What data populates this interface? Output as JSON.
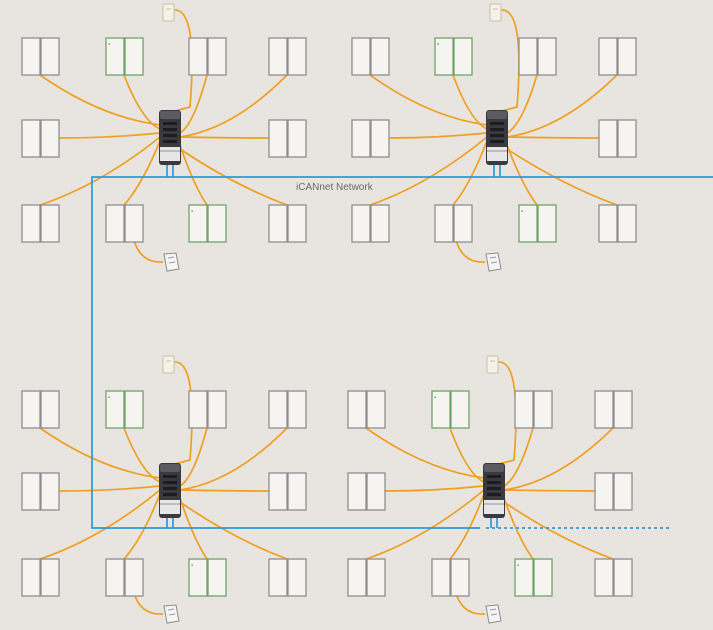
{
  "network": {
    "label": "iCANnet Network"
  },
  "colors": {
    "background": "#e8e4e0",
    "cable": "#f0a020",
    "network": "#2a9ad8",
    "door_standard": "#8e8e8e",
    "door_special": "#6fa36a"
  },
  "clusters": [
    {
      "name": "top-left",
      "controller_icon": "access-controller-icon",
      "psu_icon": "power-supply-icon",
      "hub_icon": "network-hub-icon"
    },
    {
      "name": "top-right",
      "controller_icon": "access-controller-icon",
      "psu_icon": "power-supply-icon",
      "hub_icon": "network-hub-icon"
    },
    {
      "name": "bottom-left",
      "controller_icon": "access-controller-icon",
      "psu_icon": "power-supply-icon",
      "hub_icon": "network-hub-icon"
    },
    {
      "name": "bottom-right",
      "controller_icon": "access-controller-icon",
      "psu_icon": "power-supply-icon",
      "hub_icon": "network-hub-icon"
    }
  ]
}
